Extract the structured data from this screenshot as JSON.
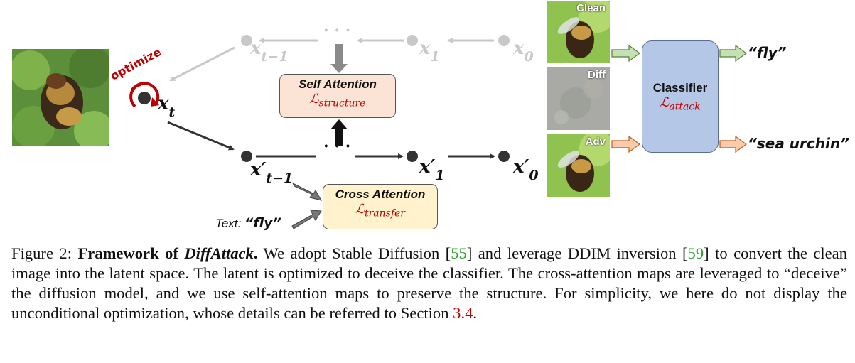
{
  "figure": {
    "photo_tags": {
      "clean": "Clean",
      "diff": "Diff",
      "adv": "Adv"
    },
    "optimize_label": "optimize",
    "nodes": {
      "xt_base": "x",
      "xt_sub": "t",
      "x_t_minus_1_base": "x",
      "x_t_minus_1_sub": "t−1",
      "x1_base": "x",
      "x1_sub": "1",
      "x0_base": "x",
      "x0_sub": "0",
      "xp_t_minus_1_base": "x′",
      "xp_t_minus_1_sub": "t−1",
      "xp1_base": "x′",
      "xp1_sub": "1",
      "xp0_base": "x′",
      "xp0_sub": "0",
      "ellipsis_top": "· · ·",
      "ellipsis_bottom": "· · ·"
    },
    "self_attention": {
      "title": "Self Attention",
      "loss_symbol": "ℒ",
      "loss_sub": "structure"
    },
    "cross_attention": {
      "title": "Cross Attention",
      "loss_symbol": "ℒ",
      "loss_sub": "transfer"
    },
    "classifier": {
      "title": "Classifier",
      "loss_symbol": "ℒ",
      "loss_sub": "attack"
    },
    "text_prompt": {
      "prefix": "Text:",
      "value": "“fly”"
    },
    "outputs": {
      "clean": "“fly”",
      "adv": "“sea urchin”"
    },
    "colors": {
      "gray_path": "#c8c8c8",
      "dark_path": "#333333",
      "self_attention_fill": "#fbe3d6",
      "cross_attention_fill": "#fff2cc",
      "classifier_fill": "#b4c7e7",
      "green_arrow": "#c5e0b4",
      "orange_arrow": "#f8cbad",
      "loss_red": "#c00000"
    }
  },
  "caption": {
    "label": "Figure 2: ",
    "bold_title": "Framework of ",
    "bold_italic_title": "DiffAttack",
    "bold_period": ".",
    "part1": " We adopt Stable Diffusion [",
    "ref1": "55",
    "part2": "] and leverage DDIM inversion [",
    "ref2": "59",
    "part3": "] to convert the clean image into the latent space. The latent is optimized to deceive the classifier. The cross-attention maps are leveraged to “deceive” the diffusion model, and we use self-attention maps to preserve the structure. For simplicity, we here do not display the unconditional optimization, whose details can be referred to Section ",
    "sec": "3.4",
    "part4": "."
  }
}
